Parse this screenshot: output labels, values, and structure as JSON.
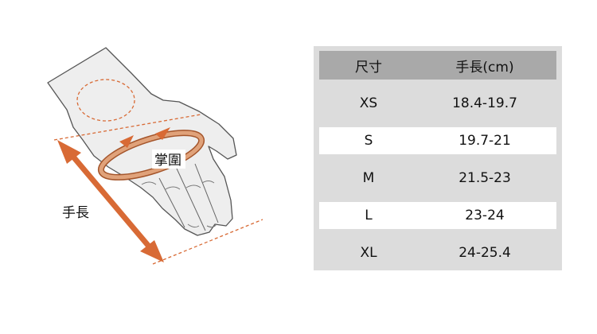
{
  "illustration": {
    "hand_length_label": "手長",
    "palm_circumference_label": "掌圍",
    "colors": {
      "arrow": "#d86a35",
      "outline": "#555555",
      "skin": "#eeeeee"
    }
  },
  "table": {
    "header": {
      "size": "尺寸",
      "hand_length": "手長(cm)"
    },
    "rows": [
      {
        "size": "XS",
        "hand_length": "18.4-19.7"
      },
      {
        "size": "S",
        "hand_length": "19.7-21"
      },
      {
        "size": "M",
        "hand_length": "21.5-23"
      },
      {
        "size": "L",
        "hand_length": "23-24"
      },
      {
        "size": "XL",
        "hand_length": "24-25.4"
      }
    ],
    "colors": {
      "header_bg": "#a9a9a9",
      "row_light": "#ffffff",
      "row_dark": "#dcdcdc"
    }
  }
}
